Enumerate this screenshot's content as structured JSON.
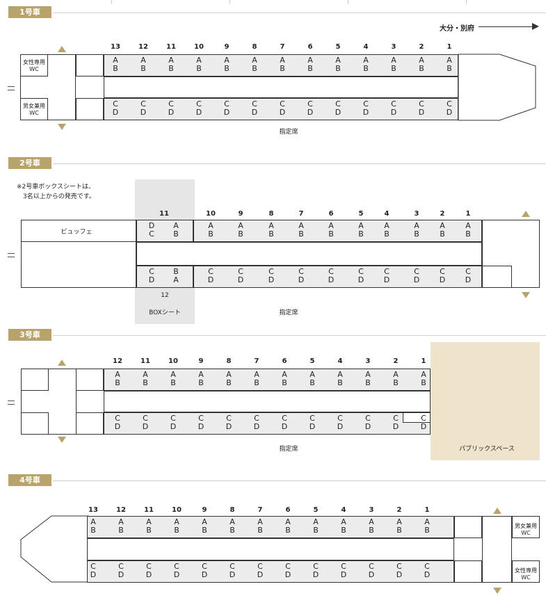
{
  "direction": "大分・別府",
  "reserved": "指定席",
  "car1": {
    "label": "1号車",
    "rows": [
      "13",
      "12",
      "11",
      "10",
      "9",
      "8",
      "7",
      "6",
      "5",
      "4",
      "3",
      "2",
      "1"
    ],
    "wc_women": [
      "女性専用",
      "WC"
    ],
    "wc_unisex": [
      "男女兼用",
      "WC"
    ]
  },
  "car2": {
    "label": "2号車",
    "note": [
      "※2号車ボックスシートは、",
      "3名以上からの発売です。"
    ],
    "buffet": "ビュッフェ",
    "box_upper": "11",
    "box_lower": "12",
    "box_label": "BOXシート",
    "rows": [
      "10",
      "9",
      "8",
      "7",
      "6",
      "5",
      "4",
      "3",
      "2",
      "1"
    ]
  },
  "car3": {
    "label": "3号車",
    "rows": [
      "12",
      "11",
      "10",
      "9",
      "8",
      "7",
      "6",
      "5",
      "4",
      "3",
      "2",
      "1"
    ],
    "public_space": "パブリックスペース"
  },
  "car4": {
    "label": "4号車",
    "rows": [
      "13",
      "12",
      "11",
      "10",
      "9",
      "8",
      "7",
      "6",
      "5",
      "4",
      "3",
      "2",
      "1"
    ],
    "wc_unisex": [
      "男女兼用",
      "WC"
    ],
    "wc_women": [
      "女性専用",
      "WC"
    ]
  },
  "seat_letters": {
    "a": "A",
    "b": "B",
    "c": "C",
    "d": "D"
  }
}
